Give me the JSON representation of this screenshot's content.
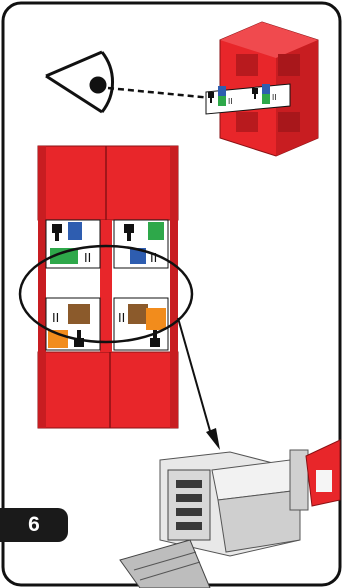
{
  "step": {
    "number": "6"
  },
  "labels": {
    "top_left": "II",
    "top_right": "II",
    "bottom_left": "II",
    "bottom_right": "II",
    "small_left": "II",
    "small_right": "II"
  },
  "icons": {
    "eye": "eye-icon",
    "plug": "plug-icon"
  },
  "colors": {
    "frame": "#111111",
    "housing_red": "#e8262a",
    "housing_shadow": "#b81a1e",
    "blue": "#2e5db0",
    "green": "#2ea84a",
    "orange": "#f28c1c",
    "brown": "#8b5a2b",
    "metal": "#cfcfcf"
  }
}
